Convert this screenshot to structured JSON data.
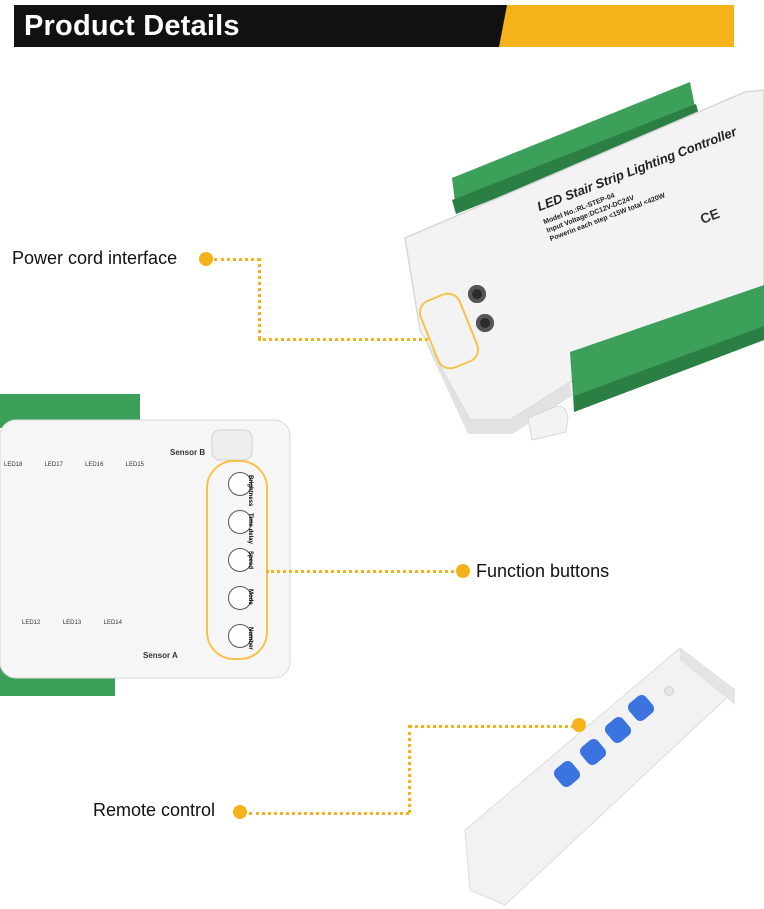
{
  "header": {
    "title": "Product Details"
  },
  "callouts": {
    "power": "Power cord interface",
    "buttons": "Function buttons",
    "remote": "Remote control"
  },
  "controller": {
    "title": "LED Stair Strip Lighting Controller",
    "model": "Model No.:RL-STEP-04",
    "voltage": "Input Voltage:DC12V-DC24V",
    "power": "Powerin each step <15W  total <420W",
    "ce": "CE"
  },
  "board": {
    "sensor_b": "Sensor B",
    "sensor_a": "Sensor A",
    "top_leds": [
      "LED18",
      "LED17",
      "LED16",
      "LED15"
    ],
    "bottom_leds": [
      "LED12",
      "LED13",
      "LED14"
    ],
    "buttons": [
      "Brightness",
      "Time delay",
      "Speed",
      "Mode",
      "Number"
    ]
  },
  "colors": {
    "accent": "#f6b21b",
    "terminal": "#3da05a",
    "remote_button": "#3b74e0"
  },
  "icons": [
    "screw-icon",
    "remote-button-icon"
  ]
}
